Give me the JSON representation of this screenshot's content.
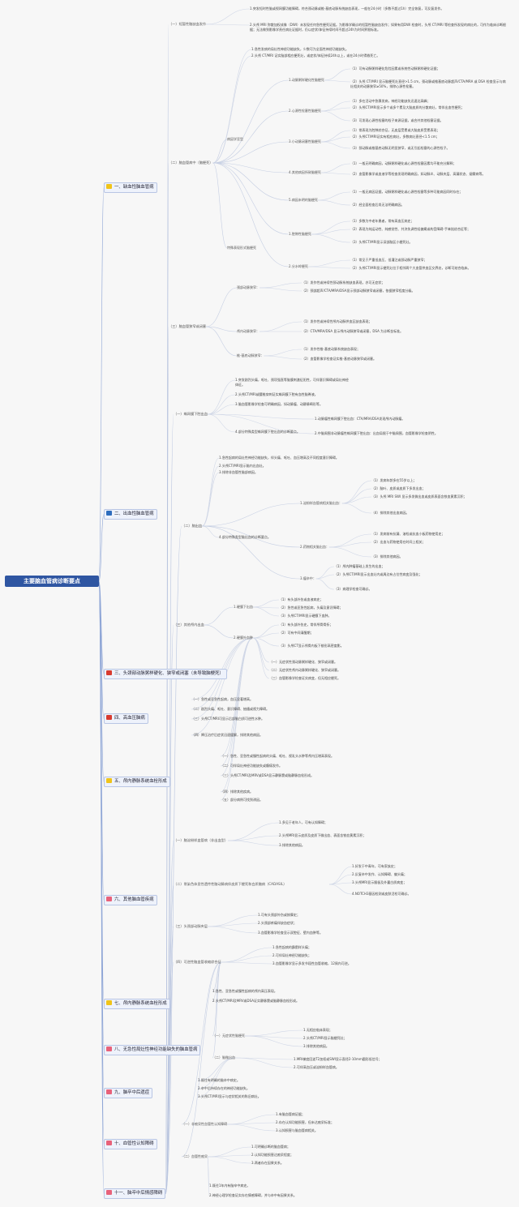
{
  "root": {
    "label": "主要脑血管病诊断要点"
  },
  "icon_colors": {
    "yellow": "#f0c419",
    "blue": "#2e6dbd",
    "red": "#d83b2f",
    "pink": "#e8627a"
  },
  "sections": {
    "s1": {
      "label": "一、缺血性脑血管病",
      "tia": {
        "label": "（一）短暂性脑缺血发作",
        "items": [
          "1.突发短时性脑或视网膜功能障碍，符合颈动脉或椎-基底动脉系统缺血表现，一般在24小时（多数不超过1h）完全恢复，可反复发作。",
          "2.头颅 MRI 弥散加权成像（DWI）未发现任何急性梗死证据。为影像学确诊的短暂性脑缺血发作；如果有用DWI 检查时，头颅 CT/MRI 等检查所发现的病灶的，可作为临床诊断根据；无法做到影像学责任病灶证据时，仍以症状/体征持续时间不超过24h为时间界限标准。"
        ]
      },
      "stroke": {
        "label": "（二）脑血管病中（脑梗死）",
        "common": [
          "1.急性发病的局灶性神经功能缺失，少数可为全面性神经功能缺失。",
          "2.头颅 CT/MRI 证实脑部相应梗死灶，或症状/体征持续24h以上，或在24小时得救死亡。"
        ],
        "classify": {
          "label": "病因学亚型",
          "types": [
            {
              "label": "1.动脉粥样硬化性脑梗死",
              "items": [
                "（1）可有动脉粥样硬化危险因素或系统性动脉粥样硬化证据；",
                "（2）头颅 CT/MRI 显示脑梗死灶直径>1.5 cm，颈动脉或椎基底动脉超声/CTA/MRA 或 DSA 检查显示与病灶相关的动脉狭窄≥50%，排除心源性栓塞。"
              ]
            },
            {
              "label": "2.心源性栓塞性脑梗死",
              "items": [
                "（1）多在活动中急骤发病，神经功能缺失迅速达高峰；",
                "（2）头颅CT/MRI显示多个或多个累及大脑皮质的分散病灶，常伴出血性梗死；",
                "（3）可发现心源性栓塞的栓子来源证据，或合并其他栓塞证据。"
              ]
            },
            {
              "label": "3.小动脉闭塞性脑梗死",
              "items": [
                "（1）常表现为腔隙综合征，无皮层受累或大脑皮质受累表现；",
                "（2）头颅CT/MRI证实有相应病灶，多数病灶直径<1.5 cm；",
                "（3）颈动脉或椎基底动脉无明显狭窄，或无引起栓塞的心源性栓子。"
              ]
            },
            {
              "label": "4.其他病因所致脑梗死",
              "items": [
                "（1）一般无明确病因，动脉粥样硬化或心源性栓塞因素均不能充分解释；",
                "（2）血管影像学或血液学等检查发现明确病因，如动脉炎、动脉夹层、高凝状态、烟雾病等。"
              ]
            },
            {
              "label": "5.病因未明的脑梗死",
              "items": [
                "（1）一般无病因证据，动脉粥样硬化或心源性栓塞等多种可能病因同时存在；",
                "（2）经全面检查后尚无法明确病因。"
              ]
            }
          ]
        },
        "clinical": {
          "label": "特殊表现形式脑梗死",
          "types": [
            {
              "label": "1.腔隙性脑梗死",
              "items": [
                "（1）多数为中老年患者，常有高血压病史；",
                "（2）表现为纯运动性、纯感觉性、共济失调性轻偏瘫或构音障碍-手笨拙综合征等；",
                "（3）头颅CT/MRI显示深部脑区小梗死灶。"
              ]
            },
            {
              "label": "2.分水岭梗死",
              "items": [
                "（1）常见于严重低血压、低灌注或颈动脉严重狭窄；",
                "（2）头颅CT/MRI显示梗死灶位于相邻两个大血管供血区交界处，诊断可结合临床。"
              ]
            }
          ]
        }
      },
      "other": {
        "label": "（三）脑血管狭窄或闭塞",
        "items": [
          {
            "label": "颈部动脉狭窄：",
            "sub": [
              "（1）发作性或持续性颈动脉系统缺血表现，亦可无症状；",
              "（2）颈部超声/CTA/MRA/DSA显示颈部动脉狭窄或闭塞，依据狭窄程度分级。"
            ]
          },
          {
            "label": "颅内动脉狭窄：",
            "sub": [
              "（1）发作性或持续性颅内动脉供血区缺血表现；",
              "（2）CTA/MRA/DSA 显示颅内动脉狭窄或闭塞，DSA 为诊断金标准。"
            ]
          },
          {
            "label": "椎-基底动脉狭窄：",
            "sub": [
              "（1）发作性椎-基底动脉系统缺血表现；",
              "（2）血管影像学检查证实椎-基底动脉狭窄或闭塞。"
            ]
          }
        ]
      }
    },
    "s2": {
      "label": "二、出血性脑血管病",
      "sah": {
        "label": "（一）蛛网膜下腔出血",
        "items": [
          "1.突发剧烈头痛，呕吐、颈项强直等脑膜刺激征阳性，可伴意识障碍或局灶神经体征。",
          "2.头颅CT/MRI或腰椎穿刺证实蛛网膜下腔有血性脑脊液。",
          "3.脑血管影像学检查可明确病因，如动脉瘤、动静脉畸形等。",
          "4.部分特殊类型蛛网膜下腔出血的诊断要点。"
        ],
        "sub": [
          "1.动脉瘤性蛛网膜下腔出血：CTA/MRA/DSA发现颅内动脉瘤。",
          "2.中脑周围非动脉瘤性蛛网膜下腔出血：出血局限于中脑周围，血管影像学检查阴性。"
        ]
      },
      "ich": {
        "label": "（二）脑出血",
        "items": [
          "1.急性起病的局灶性神经功能缺失，伴头痛、呕吐、血压增高及不同程度意识障碍。",
          "2.头颅CT/MRI显示脑内出血灶。",
          "3.排除非血管性脑部病因。",
          "4.部分特殊类型脑出血的诊断要点。"
        ],
        "types": [
          {
            "label": "1.淀粉样血管病相关脑出血：",
            "sub": [
              "（1）发病年龄多在55岁以上；",
              "（2）脑叶、皮质或皮质下多发出血；",
              "（3）头颅 MRI SWI 显示多发微出血或皮质表面含铁血黄素沉积；",
              "（4）排除其他出血病因。"
            ]
          },
          {
            "label": "2.药物相关脑出血：",
            "sub": [
              "（1）发病前有抗凝、溶栓或抗血小板药物使用史；",
              "（2）出血与药物使用在时间上相关；",
              "（3）排除其他病因。"
            ]
          },
          {
            "label": "3.瘤卒中：",
            "sub": [
              "（1）颅内肿瘤基础上发生的出血；",
              "（2）头颅CT/MRI显示出血灶内或周边有占位性病变及强化；",
              "（3）病理学检查可确诊。"
            ]
          }
        ]
      },
      "other": {
        "label": "（三）其他颅内出血",
        "types": [
          {
            "label": "1.硬膜下出血",
            "sub": [
              "（1）有头部外伤或血液病史；",
              "（2）急性或亚急性起病，头痛及意识障碍；",
              "（3）头颅CT/MRI显示硬膜下血肿。"
            ]
          },
          {
            "label": "2.硬膜外血肿",
            "sub": [
              "（1）有头部外伤史，常伴颅骨骨折；",
              "（2）可有中间清醒期；",
              "（3）头颅CT显示颅骨内板下梭形高密度影。"
            ]
          }
        ]
      }
    },
    "s3": {
      "label": "三、头颈部动脉粥样硬化、狭窄或闭塞（未导致脑梗死）",
      "items": [
        "（一）无症状性颈动脉粥样硬化、狭窄或闭塞。",
        "（二）无症状性颅内动脉粥样硬化、狭窄或闭塞。",
        "（三）血管影像学检查证实病变，但无相应梗死。"
      ]
    },
    "s4": {
      "label": "四、高血压脑病",
      "items": [
        "（一）急性或亚急性起病，血压显著增高。",
        "（二）剧烈头痛、呕吐、意识障碍、抽搐或视力障碍。",
        "（三）头颅CT/MRI可显示后部脑白质可逆性水肿。",
        "（四）降压治疗后症状迅速缓解，排除其他病因。"
      ]
    },
    "s5": {
      "label": "五、颅内静脉系统血栓形成",
      "items": [
        "（一）急性、亚急性或慢性起病的头痛、呕吐、视乳头水肿等颅内压增高表现。",
        "（二）可伴局灶神经功能缺失或癫痫发作。",
        "（三）头颅CT/MRI及MRV或DSA显示静脉窦或脑静脉血栓形成。",
        "（四）排除其他疾病。",
        "（五）部分病例可找到诱因。"
      ]
    },
    "s6": {
      "label": "六、其他脑血管疾病",
      "types": [
        {
          "label": "（一）脑淀粉样血管病（非出血型）",
          "sub": [
            "1.多见于老年人，可有认知障碍；",
            "2.头颅MRI显示皮质及皮质下微出血、表面含铁血黄素沉积；",
            "3.排除其他病因。"
          ]
        },
        {
          "label": "（二）常染色体显性遗传性脑动脉病伴皮质下梗死和白质脑病（CADASIL）",
          "sub": [
            "1.好发于中青年，可有家族史；",
            "2.反复卒中发作、认知障碍、偏头痛；",
            "3.头颅MRI显示颞极及外囊白质病变；",
            "4.NOTCH3基因检测或皮肤活检可确诊。"
          ]
        },
        {
          "label": "（三）头颈部动脉夹层",
          "sub": [
            "1.可有头颈部外伤或按摩史；",
            "2.头颈部疼痛伴缺血症状；",
            "3.血管影像学检查显示双腔征、壁内血肿等。"
          ]
        },
        {
          "label": "（四）可逆性脑血管收缩综合征",
          "sub": [
            "1.急性起病的霹雳样头痛；",
            "2.可伴局灶神经功能缺失；",
            "3.血管影像学显示多发节段性血管收缩，12周内可逆。"
          ]
        }
      ]
    },
    "s7": {
      "label": "七、颅内静脉系统血栓形成",
      "items": [
        "1.急性、亚急性或慢性起病的颅内高压表现。",
        "2.头颅CT/MRI及MRV或DSA证实静脉窦或脑静脉血栓形成。"
      ]
    },
    "s8": {
      "label": "八、无急性局灶性神经功能缺失的脑血管病",
      "types": [
        {
          "label": "（一）无症状性脑梗死",
          "sub": [
            "1.无相应临床表现；",
            "2.头颅CT/MRI显示脑梗死灶；",
            "3.排除其他病因。"
          ]
        },
        {
          "label": "（二）脑微出血",
          "sub": [
            "1.MRI梯度回波T2加权或SWI显示直径2-10mm圆形低信号；",
            "2.可伴高血压或淀粉样血管病。"
          ]
        }
      ]
    },
    "s9": {
      "label": "九、脑卒中后遗症",
      "items": [
        "1.既往有明确的脑卒中病史。",
        "2.卒中后持续存在的神经功能缺失。",
        "3.头颅CT/MRI显示与症状相关的陈旧病灶。"
      ]
    },
    "s10": {
      "label": "十、血管性认知障碍",
      "types": [
        {
          "label": "（一）非痴呆性血管性认知障碍",
          "sub": [
            "1.有脑血管病证据；",
            "2.存在认知功能损害，但未达痴呆标准；",
            "3.认知损害与脑血管病相关。"
          ]
        },
        {
          "label": "（二）血管性痴呆",
          "sub": [
            "1.可明确诊断的脑血管病；",
            "2.认知功能损害达痴呆程度；",
            "3.两者存在因果关系。"
          ]
        }
      ]
    },
    "s11": {
      "label": "十一、脑卒中后情感障碍",
      "items": [
        "1.既往1年内有脑卒中病史。",
        "2.神经心理学检查证实存在情感障碍，并与卒中有因果关系。"
      ]
    }
  }
}
